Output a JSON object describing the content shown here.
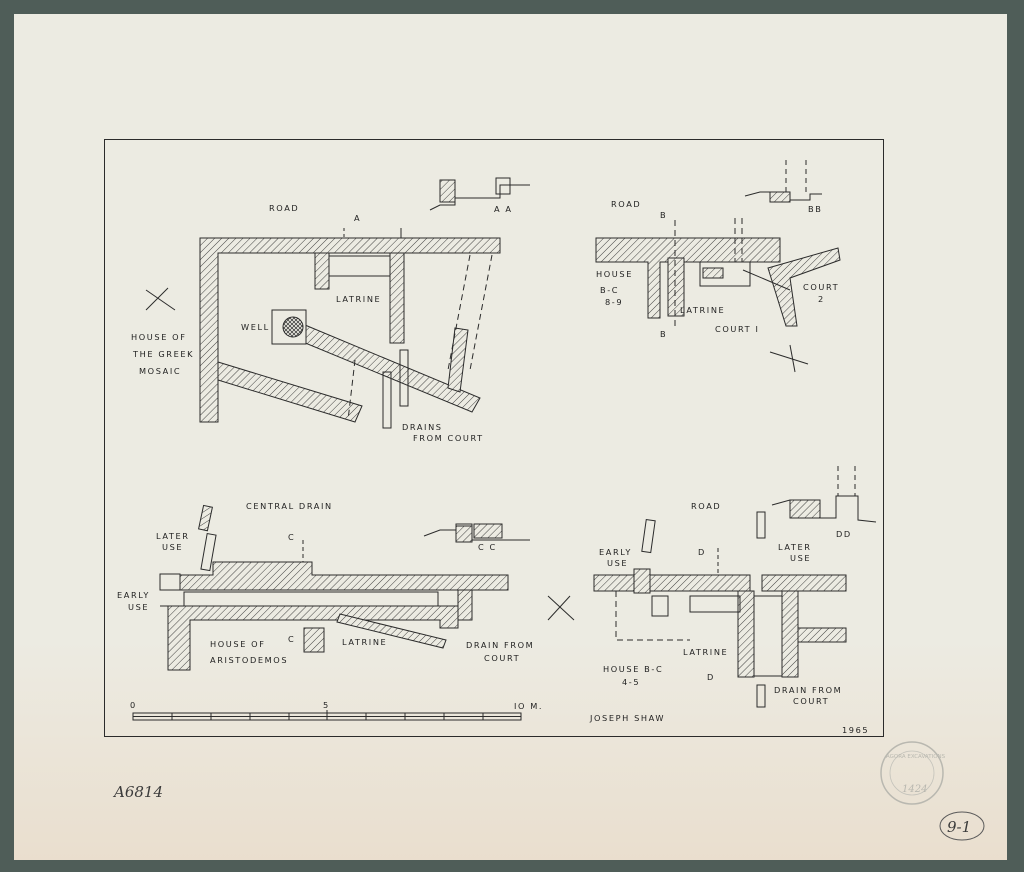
{
  "labels": {
    "road_tl": "ROAD",
    "road_tr": "ROAD",
    "road_br": "ROAD",
    "section_aa": "A A",
    "section_bb": "BB",
    "section_cc": "C C",
    "section_dd": "DD",
    "mark_a": "A",
    "mark_b_top": "B",
    "mark_b_bottom": "B",
    "mark_c_top": "C",
    "mark_c_bottom": "C",
    "mark_d_top": "D",
    "mark_d_bottom": "D",
    "latrine_tl": "LATRINE",
    "latrine_tr": "LATRINE",
    "latrine_bl": "LATRINE",
    "latrine_br": "LATRINE",
    "well": "WELL",
    "house_greek": [
      "HOUSE OF",
      "THE GREEK",
      "MOSAIC"
    ],
    "drains_from_court": [
      "DRAINS",
      "FROM COURT"
    ],
    "house_bc89": [
      "HOUSE",
      "B-C",
      "8-9"
    ],
    "court1": "COURT I",
    "court2": [
      "COURT",
      "2"
    ],
    "central_drain": "CENTRAL DRAIN",
    "later_use_bl": [
      "LATER",
      "USE"
    ],
    "early_use_bl": [
      "EARLY",
      "USE"
    ],
    "house_aristodemos": [
      "HOUSE OF",
      "ARISTODEMOS"
    ],
    "drain_from_court_bl": [
      "DRAIN FROM",
      "COURT"
    ],
    "early_use_br": [
      "EARLY",
      "USE"
    ],
    "later_use_br": [
      "LATER",
      "USE"
    ],
    "house_bc45": [
      "HOUSE B-C",
      "4-5"
    ],
    "drain_from_court_br": [
      "DRAIN FROM",
      "COURT"
    ],
    "scale_0": "0",
    "scale_5": "5",
    "scale_10": "IO M.",
    "author": "JOSEPH SHAW",
    "year": "1965",
    "catalog_number": "A6814",
    "stamp_text": "AGORA EXCAVATIONS",
    "stamp_number": "1424",
    "sheet_number": "9-1"
  }
}
